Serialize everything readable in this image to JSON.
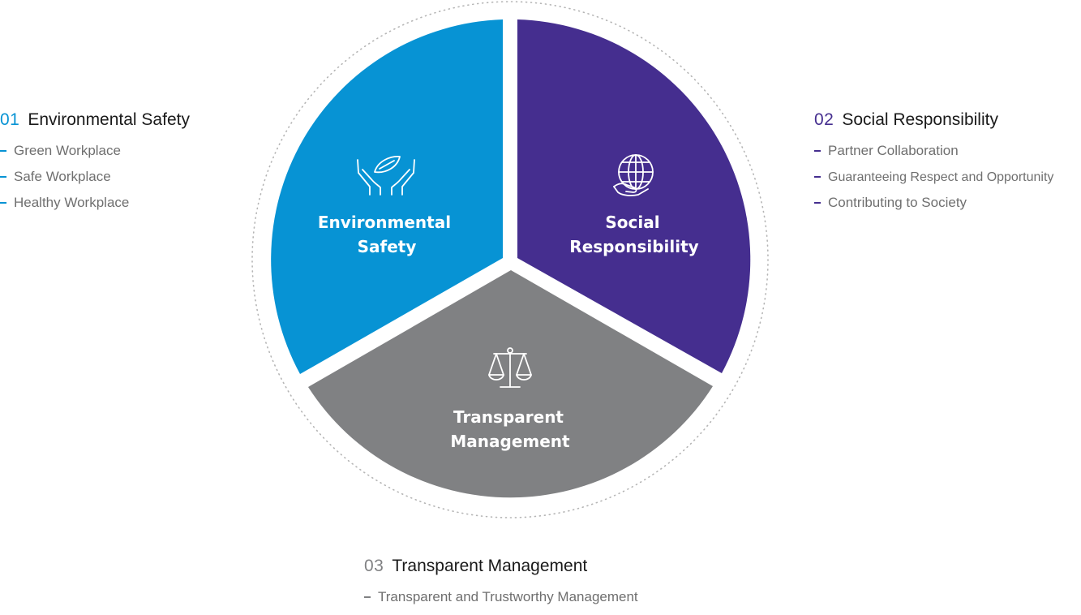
{
  "colors": {
    "environmental": "#0793d4",
    "social": "#452e8f",
    "transparent": "#808183",
    "heading_text": "#1a1a1a",
    "item_text": "#6f6f6f",
    "dotted_ring": "#b5b5b5"
  },
  "segments": [
    {
      "key": "environmental",
      "label_line1": "Environmental",
      "label_line2": "Safety",
      "icon": "hands-leaf-icon"
    },
    {
      "key": "social",
      "label_line1": "Social",
      "label_line2": "Responsibility",
      "icon": "hand-globe-icon"
    },
    {
      "key": "transparent",
      "label_line1": "Transparent",
      "label_line2": "Management",
      "icon": "scales-icon"
    }
  ],
  "blocks": [
    {
      "key": "environmental",
      "number": "01",
      "title": "Environmental Safety",
      "items": [
        "Green Workplace",
        "Safe Workplace",
        "Healthy Workplace"
      ]
    },
    {
      "key": "social",
      "number": "02",
      "title": "Social Responsibility",
      "items": [
        "Partner Collaboration",
        "Guaranteeing Respect and Opportunity",
        "Contributing to Society"
      ]
    },
    {
      "key": "transparent",
      "number": "03",
      "title": "Transparent Management",
      "items": [
        "Transparent and Trustworthy Management"
      ]
    }
  ]
}
